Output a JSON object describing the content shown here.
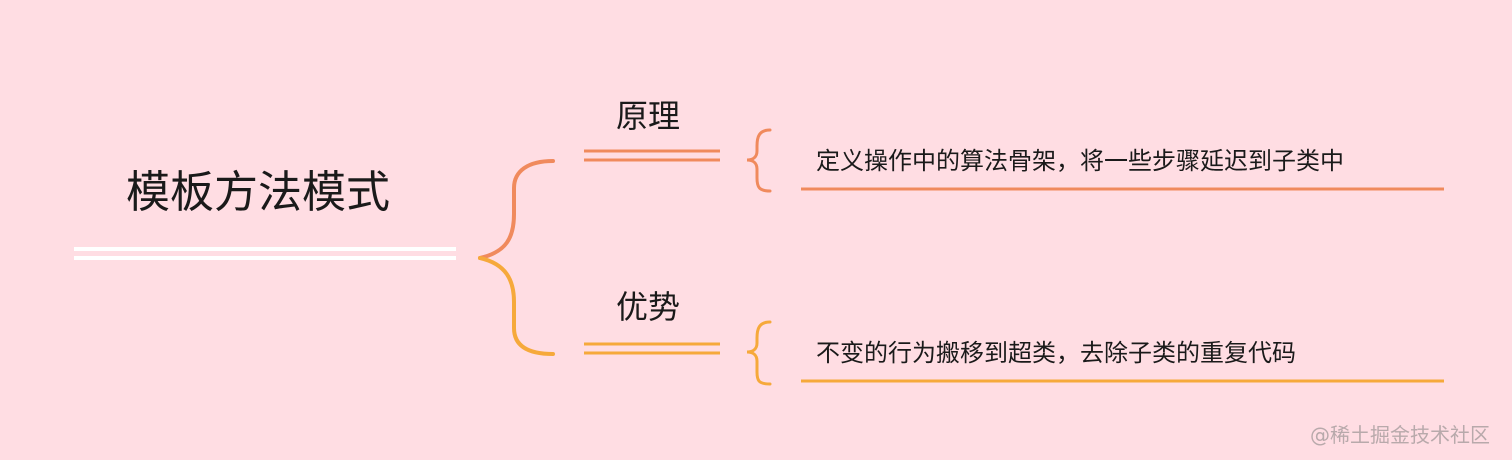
{
  "diagram": {
    "root": {
      "label": "模板方法模式"
    },
    "branches": [
      {
        "label": "原理",
        "leaf": "定义操作中的算法骨架，将一些步骤延迟到子类中",
        "color": "#f08a5d"
      },
      {
        "label": "优势",
        "leaf": "不变的行为搬移到超类，去除子类的重复代码",
        "color": "#f6a93b"
      }
    ]
  },
  "watermark": "@稀土掘金技术社区",
  "colors": {
    "background": "#ffdde3",
    "root_underline": "#ffffff",
    "watermark": "#b8a9ab"
  }
}
